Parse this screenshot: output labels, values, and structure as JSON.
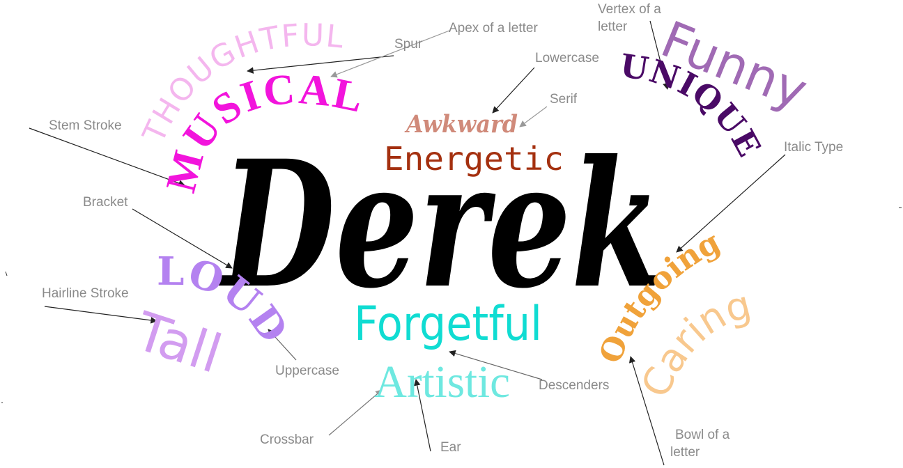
{
  "words": [
    {
      "id": "derek",
      "text": "Derek",
      "color": "#000000"
    },
    {
      "id": "thoughtful",
      "text": "THOUGHTFUL",
      "color": "#f4b6ee"
    },
    {
      "id": "musical",
      "text": "MUSICAL",
      "color": "#f214dc"
    },
    {
      "id": "awkward",
      "text": "Awkward",
      "color": "#d08a7a"
    },
    {
      "id": "energetic",
      "text": "Energetic",
      "color": "#a4300f"
    },
    {
      "id": "funny",
      "text": "Funny",
      "color": "#a06ab4"
    },
    {
      "id": "unique",
      "text": "UNIQUE",
      "color": "#4a0a66"
    },
    {
      "id": "loud",
      "text": "LOUD",
      "color": "#b482f0"
    },
    {
      "id": "tall",
      "text": "Tall",
      "color": "#d29cf0"
    },
    {
      "id": "forgetful",
      "text": "Forgetful",
      "color": "#10dcd2"
    },
    {
      "id": "artistic",
      "text": "Artistic",
      "color": "#6ee8e0"
    },
    {
      "id": "outgoing",
      "text": "Outgoing",
      "color": "#f0a23a"
    },
    {
      "id": "caring",
      "text": "Caring",
      "color": "#f8c88e"
    }
  ],
  "labels": {
    "apex": "Apex of a letter",
    "spur": "Spur",
    "vertex_1": "Vertex of a",
    "vertex_2": "letter",
    "lowercase": "Lowercase",
    "serif": "Serif",
    "stem": "Stem Stroke",
    "italic": "Italic Type",
    "bracket": "Bracket",
    "hairline": "Hairline Stroke",
    "uppercase": "Uppercase",
    "descenders": "Descenders",
    "crossbar": "Crossbar",
    "ear": "Ear",
    "bowl_1": "Bowl of a",
    "bowl_2": "letter"
  }
}
